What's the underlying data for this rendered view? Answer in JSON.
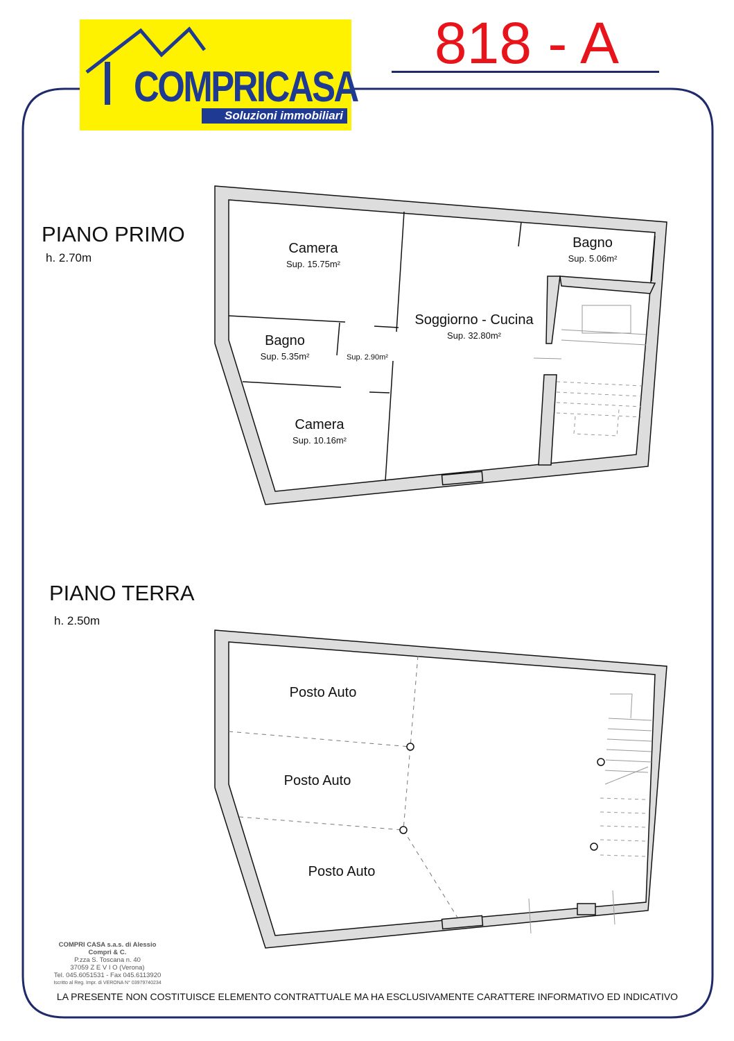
{
  "logo": {
    "name": "COMPRICASA",
    "tagline": "Soluzioni immobiliari"
  },
  "header": {
    "code": "818 - A"
  },
  "upper_floor": {
    "title": "PIANO PRIMO",
    "height": "h. 2.70m",
    "rooms": [
      {
        "name": "Camera",
        "area": "Sup. 15.75m²"
      },
      {
        "name": "Bagno",
        "area": "Sup. 5.06m²"
      },
      {
        "name": "Soggiorno - Cucina",
        "area": "Sup. 32.80m²"
      },
      {
        "name": "Bagno",
        "area": "Sup. 5.35m²"
      },
      {
        "name": "",
        "area": "Sup. 2.90m²"
      },
      {
        "name": "Camera",
        "area": "Sup. 10.16m²"
      }
    ]
  },
  "ground_floor": {
    "title": "PIANO TERRA",
    "height": "h. 2.50m",
    "spaces": [
      "Posto Auto",
      "Posto Auto",
      "Posto Auto"
    ]
  },
  "company": {
    "line1": "COMPRI CASA s.a.s. di Alessio Compri & C.",
    "line2": "P.zza S. Toscana n. 40",
    "line3": "37059 Z E V I O (Verona)",
    "line4": "Tel. 045.6051531 - Fax 045.6113920",
    "line5": "Iscritto al Reg. Impr. di VERONA N° 03979740234"
  },
  "footer": {
    "disclaimer": "LA PRESENTE NON COSTITUISCE ELEMENTO CONTRATTUALE MA HA ESCLUSIVAMENTE CARATTERE INFORMATIVO ED INDICATIVO"
  }
}
